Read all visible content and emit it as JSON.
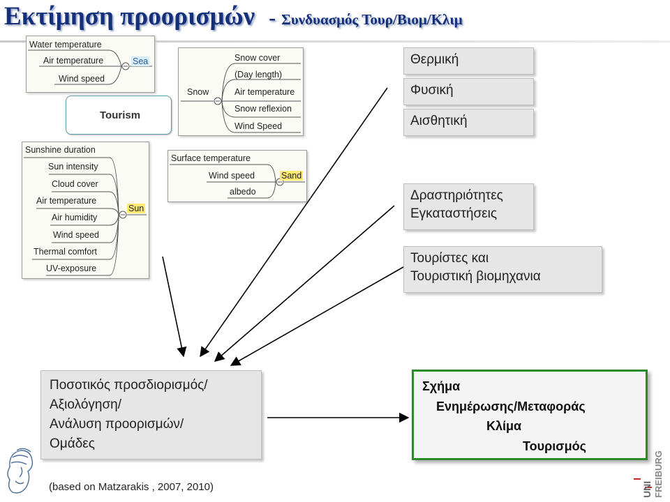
{
  "title": {
    "main": "Εκτίμηση προορισμών",
    "separator": "-",
    "subtitle": "Συνδυασμός Τουρ/Βιομ/Κλιμ"
  },
  "mindmaps": {
    "sea": {
      "center": "Sea",
      "items": [
        "Water temperature",
        "Air temperature",
        "Wind speed"
      ]
    },
    "snow": {
      "center": "Snow",
      "items": [
        "Snow cover",
        "(Day length)",
        "Air temperature",
        "Snow reflexion",
        "Wind Speed"
      ]
    },
    "sun": {
      "center": "Sun",
      "items": [
        "Sunshine duration",
        "Sun intensity",
        "Cloud cover",
        "Air temperature",
        "Air humidity",
        "Wind speed",
        "Thermal comfort",
        "UV-exposure"
      ]
    },
    "sand": {
      "center": "Sand",
      "items": [
        "Surface temperature",
        "Wind speed",
        "albedo"
      ]
    },
    "tourism": "Tourism"
  },
  "factors": {
    "thermal": "Θερμική",
    "physical": "Φυσική",
    "aesthetic": "Αισθητική",
    "activities": [
      "Δραστηριότητες",
      "Εγκαταστήσεις"
    ],
    "tourists": [
      "Τουρίστες και",
      "Τουριστική βιομηχανια"
    ]
  },
  "analysis": [
    "Ποσοτικός προσδιορισμός/",
    "Αξιολόγηση/",
    "Ανάλυση προορισμών/",
    "Ομάδες"
  ],
  "result": [
    "Σχήμα",
    "Ενημέρωσης/Μεταφοράς",
    "Κλίμα",
    "Τουρισμός"
  ],
  "citation": "(based on Matzarakis , 2007, 2010)",
  "logo": {
    "line1": "UNI",
    "line2": "FREIBURG"
  },
  "colors": {
    "title": "#14307a",
    "result_border": "#2c8a2c",
    "highlight_yellow": "#ffe972"
  }
}
